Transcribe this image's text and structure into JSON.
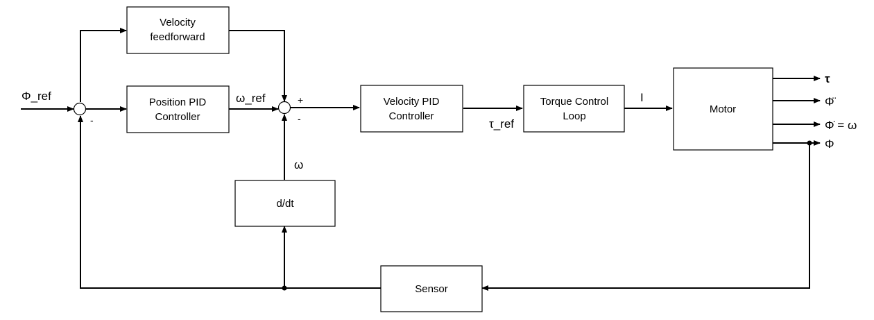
{
  "blocks": {
    "velocity_feedforward": [
      "Velocity",
      "feedforward"
    ],
    "position_pid": [
      "Position PID",
      "Controller"
    ],
    "velocity_pid": [
      "Velocity PID",
      "Controller"
    ],
    "torque_loop": [
      "Torque Control",
      "Loop"
    ],
    "motor": "Motor",
    "ddt": "d/dt",
    "sensor": "Sensor"
  },
  "signals": {
    "phi_ref": "Φ_ref",
    "omega_ref": "ω_ref",
    "omega": "ω",
    "tau_ref": "τ_ref",
    "current": "I",
    "out_tau": "τ",
    "out_phi_ddot": "Φ̈",
    "out_phi_dot": "Φ̇ = ω",
    "out_phi": "Φ"
  },
  "signs": {
    "sum1_minus": "-",
    "sum2_plus": "+",
    "sum2_minus": "-"
  }
}
